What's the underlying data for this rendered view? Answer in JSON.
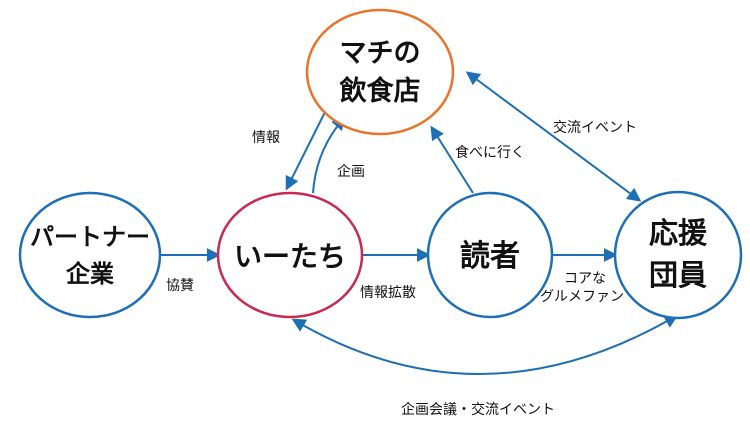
{
  "nodes": {
    "restaurant": {
      "lines": [
        "マチの",
        "飲食店"
      ],
      "stroke": "#e8742c"
    },
    "itachi": {
      "lines": [
        "いーたち"
      ],
      "stroke": "#c72a52"
    },
    "partner": {
      "lines": [
        "パートナー",
        "企業"
      ],
      "stroke": "#1e6fb5"
    },
    "reader": {
      "lines": [
        "読者"
      ],
      "stroke": "#1e6fb5"
    },
    "supporters": {
      "lines": [
        "応援",
        "団員"
      ],
      "stroke": "#1e6fb5"
    }
  },
  "edges": {
    "joho": "情報",
    "kikaku": "企画",
    "tabeni": "食べに行く",
    "koryu_event": "交流イベント",
    "kyousan": "協賛",
    "joho_kakusan": "情報拡散",
    "core_gourmet": [
      "コアな",
      "グルメファン"
    ],
    "bottom": "企画会議・交流イベント"
  },
  "colors": {
    "arrow": "#1e6fb5",
    "text": "#111111"
  }
}
